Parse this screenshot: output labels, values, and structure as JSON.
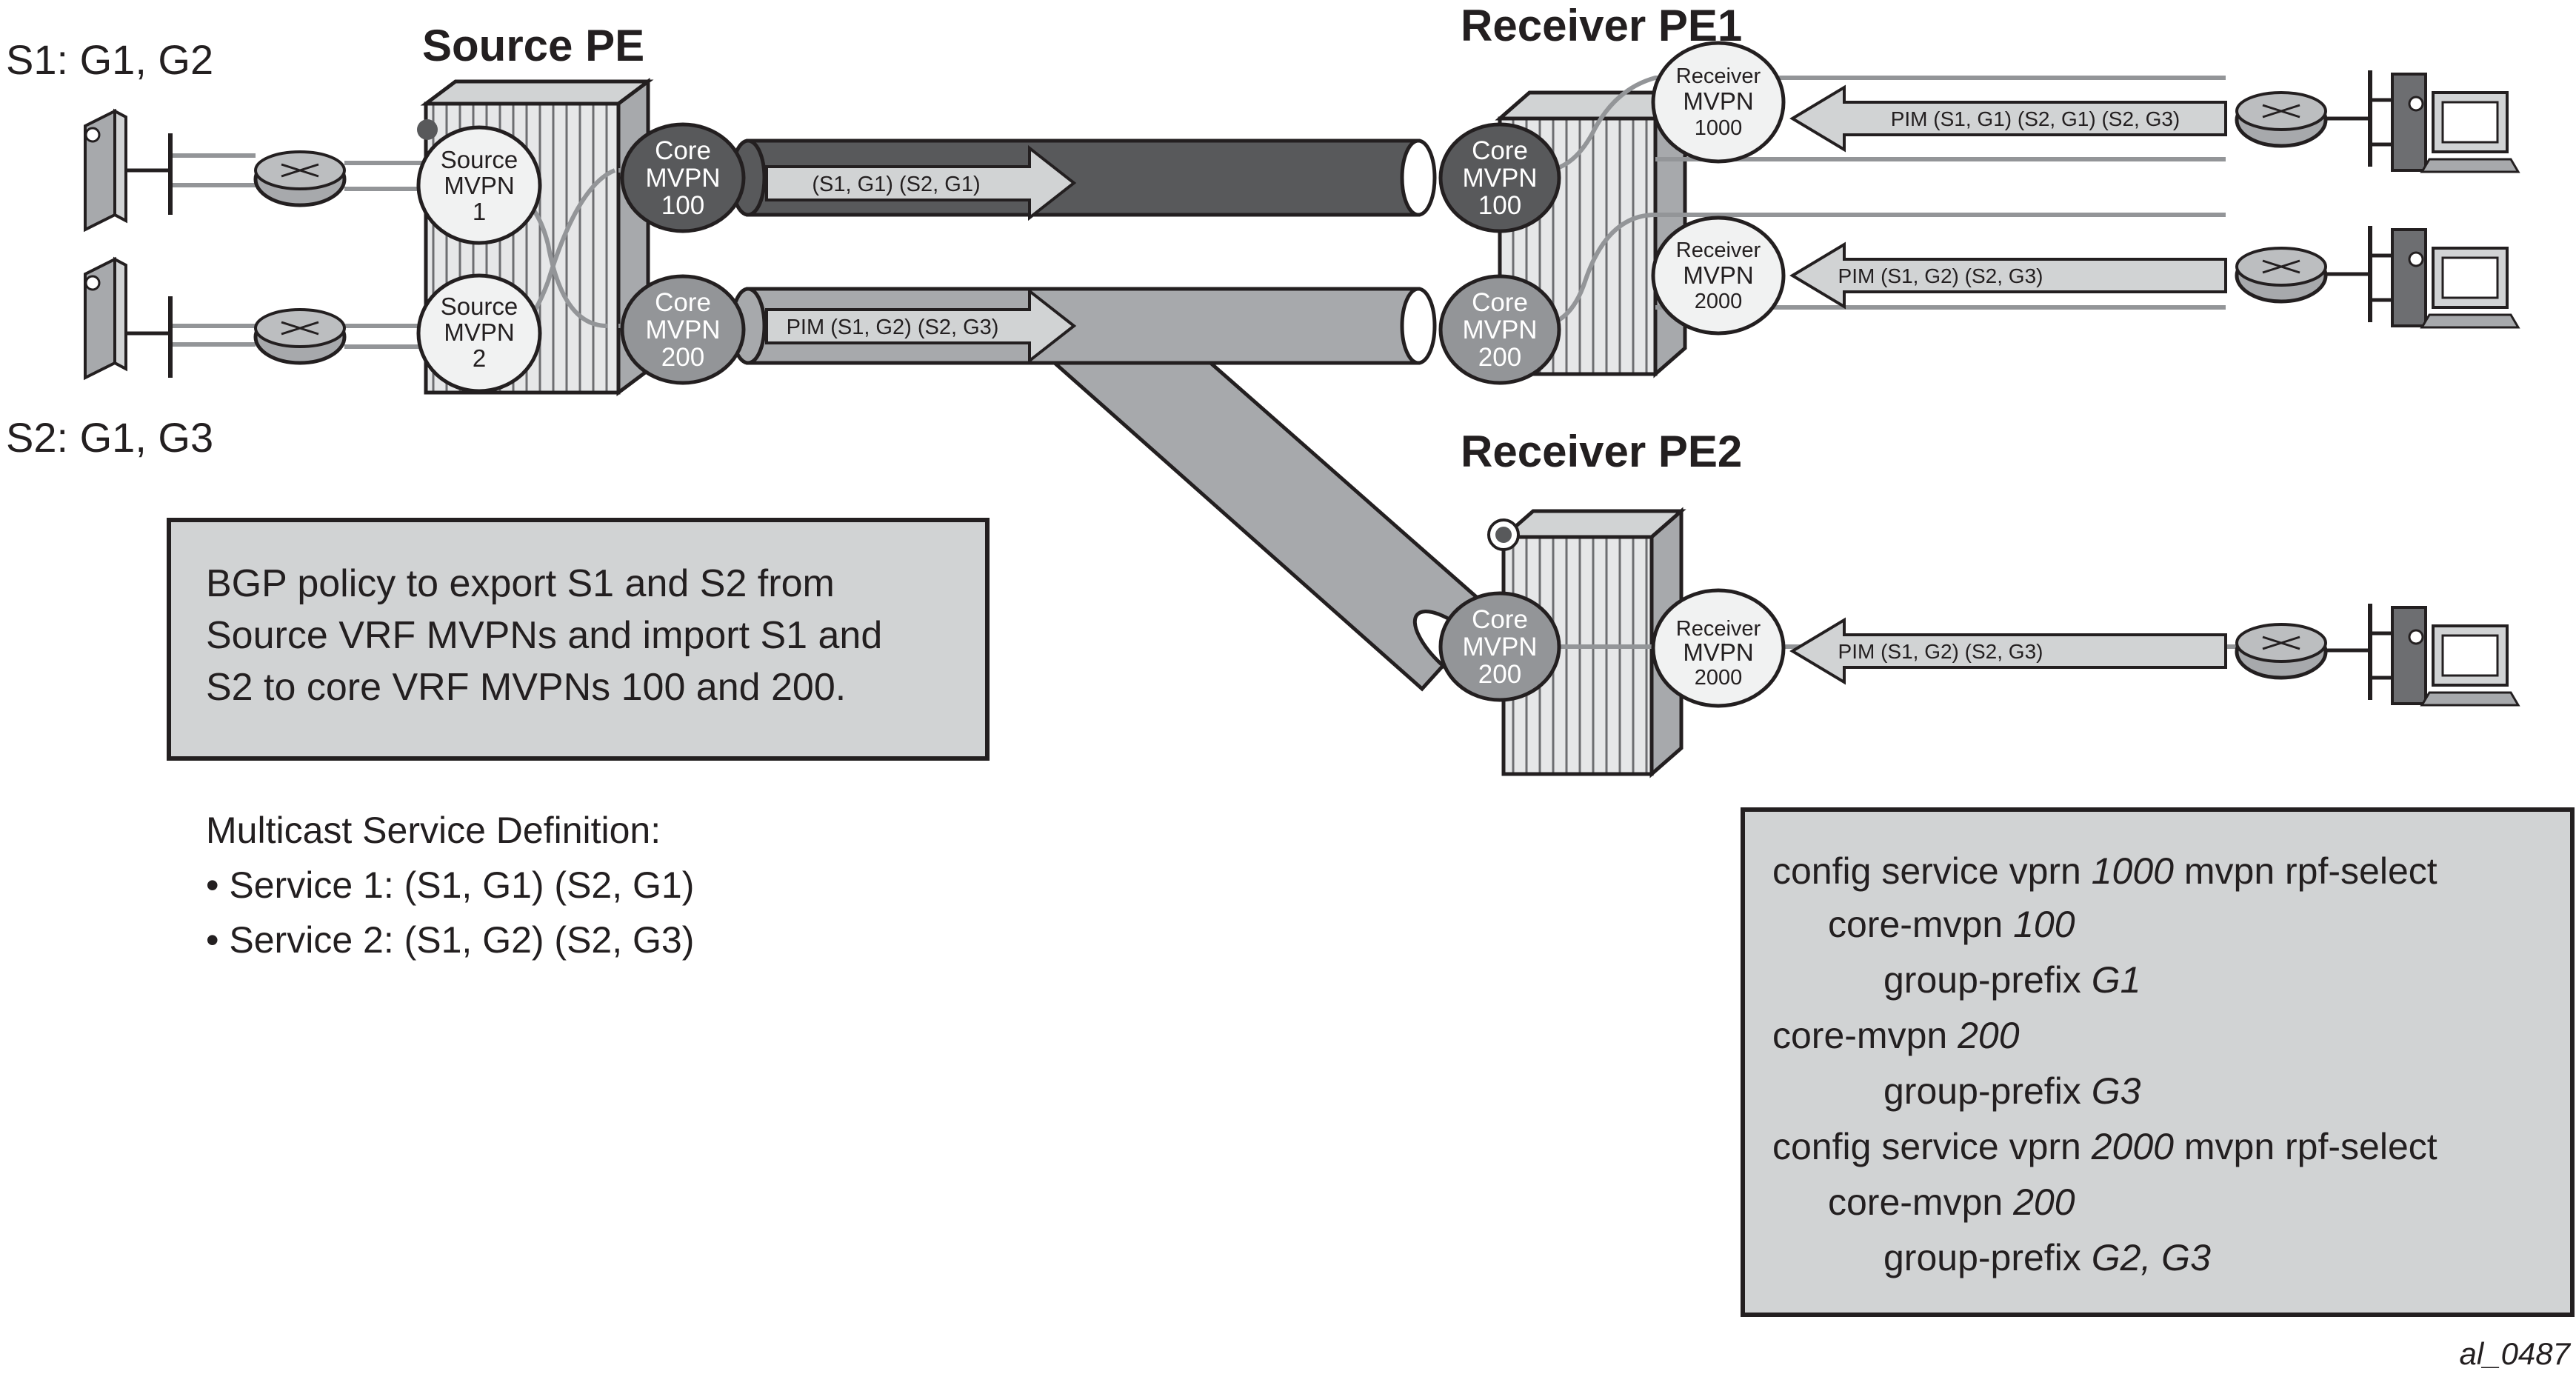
{
  "labels": {
    "source_pe": "Source PE",
    "receiver_pe1": "Receiver PE1",
    "receiver_pe2": "Receiver PE2",
    "s1_groups": "S1: G1, G2",
    "s2_groups": "S2: G1, G3",
    "figure_id": "al_0487"
  },
  "nodes": {
    "source_mvpn1": [
      "Source",
      "MVPN",
      "1"
    ],
    "source_mvpn2": [
      "Source",
      "MVPN",
      "2"
    ],
    "core_src_100": [
      "Core",
      "MVPN",
      "100"
    ],
    "core_src_200": [
      "Core",
      "MVPN",
      "200"
    ],
    "core_pe1_100": [
      "Core",
      "MVPN",
      "100"
    ],
    "core_pe1_200": [
      "Core",
      "MVPN",
      "200"
    ],
    "core_pe2_200": [
      "Core",
      "MVPN",
      "200"
    ],
    "receiver_pe1_1000": [
      "Receiver",
      "MVPN",
      "1000"
    ],
    "receiver_pe1_2000": [
      "Receiver",
      "MVPN",
      "2000"
    ],
    "receiver_pe2_2000": [
      "Receiver",
      "MVPN",
      "2000"
    ]
  },
  "arrows": {
    "tunnel_top": "(S1, G1) (S2, G1)",
    "tunnel_bottom": "PIM (S1, G2) (S2, G3)",
    "pim_pe1_top": "PIM (S1, G1) (S2, G1) (S2, G3)",
    "pim_pe1_bottom": "PIM (S1, G2) (S2, G3)",
    "pim_pe2": "PIM (S1, G2) (S2, G3)"
  },
  "bgp_box": [
    "BGP policy to export S1 and S2 from",
    "Source VRF MVPNs and import S1 and",
    "S2 to core VRF MVPNs 100 and 200."
  ],
  "service_def": {
    "title": "Multicast Service Definition:",
    "items": [
      "• Service 1: (S1, G1) (S2, G1)",
      "• Service 2: (S1, G2) (S2, G3)"
    ]
  },
  "config": [
    {
      "pre": "config service vprn ",
      "it": "1000",
      "post": " mvpn rpf-select"
    },
    {
      "pre": "core-mvpn ",
      "it": "100",
      "post": ""
    },
    {
      "pre": "group-prefix ",
      "it": "G1",
      "post": ""
    },
    {
      "pre": "core-mvpn ",
      "it": "200",
      "post": ""
    },
    {
      "pre": "group-prefix ",
      "it": "G3",
      "post": ""
    },
    {
      "pre": "config service vprn ",
      "it": "2000",
      "post": " mvpn rpf-select"
    },
    {
      "pre": "core-mvpn ",
      "it": "200",
      "post": ""
    },
    {
      "pre": "group-prefix ",
      "it": "G2, G3",
      "post": ""
    }
  ],
  "colors": {
    "dark_circle": "#58595b",
    "mid_circle": "#939598",
    "light_fill": "#d1d3d4",
    "outline": "#231f20"
  }
}
